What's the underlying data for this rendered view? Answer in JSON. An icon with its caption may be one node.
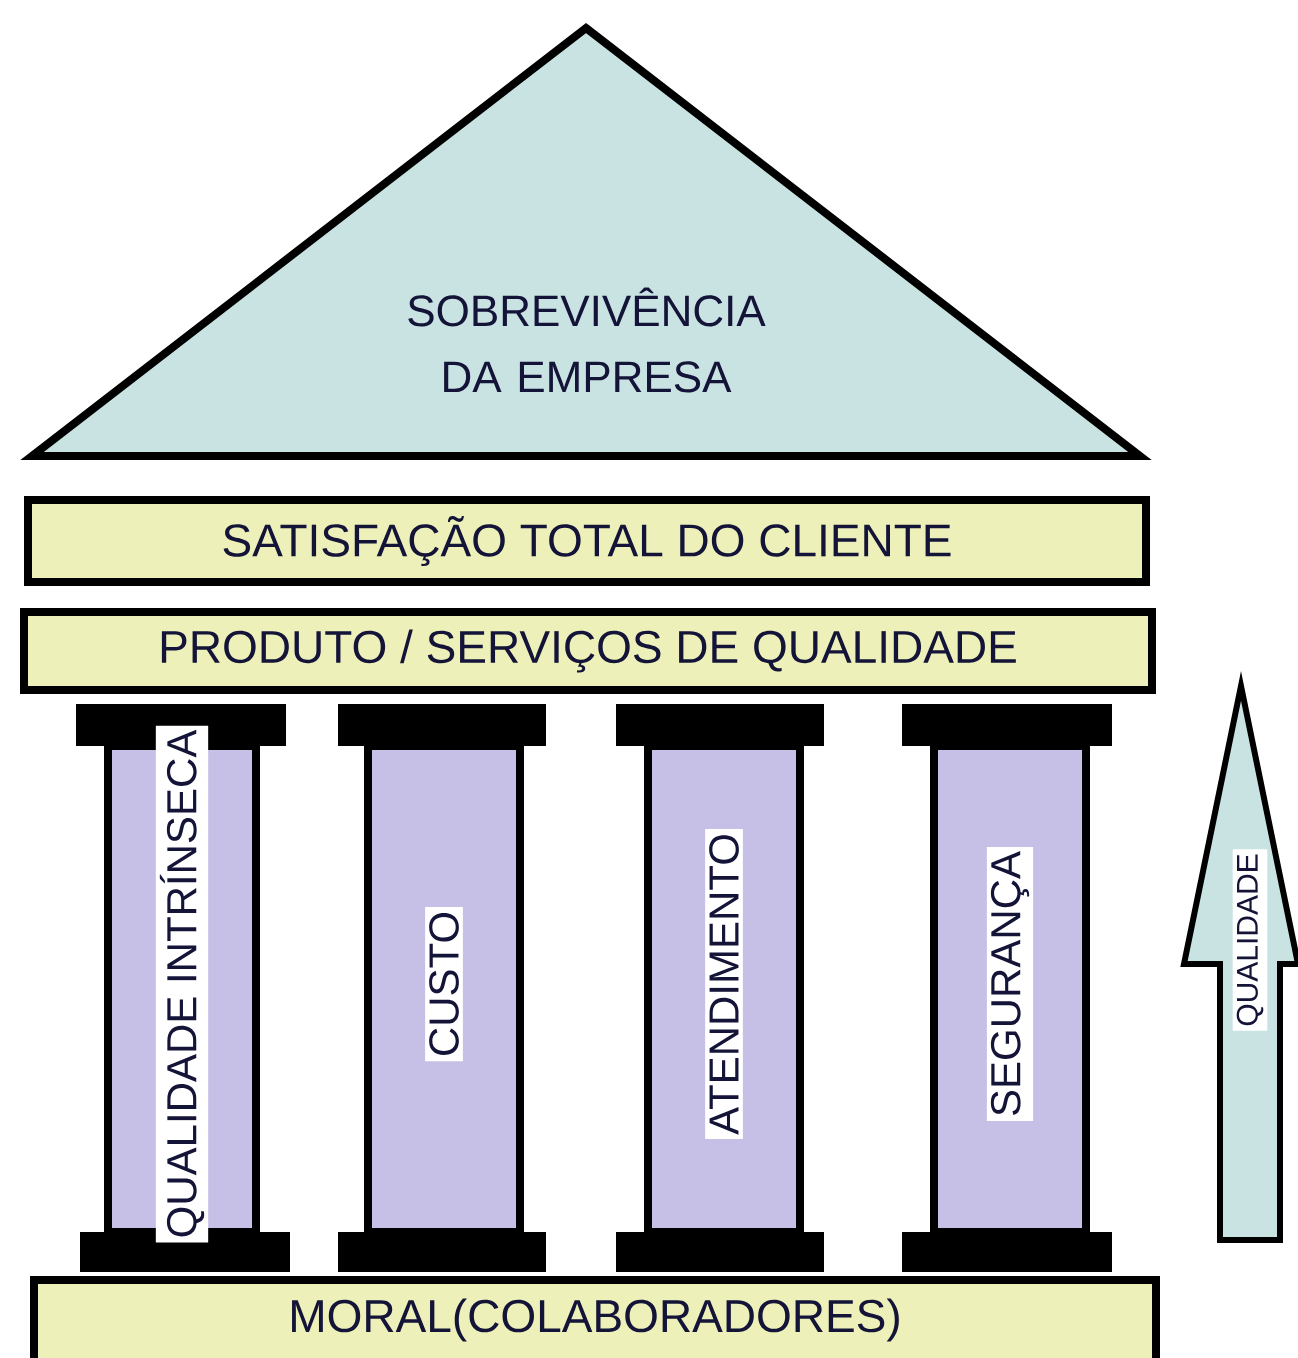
{
  "diagram": {
    "nodes": [
      {
        "text": [
          "SOBREVIVÊNCIA DA EMPRESA"
        ]
      },
      {
        "text": [
          "SATISFAÇÃO TOTAL DO CLIENTE"
        ]
      },
      {
        "text": [
          "PRODUTO / SERVIÇOS DE QUALIDADE"
        ]
      },
      {
        "text": [
          "QUALIDADE INTRÍNSECA"
        ]
      },
      {
        "text": [
          "CUSTO"
        ]
      },
      {
        "text": [
          "ATENDIMENTO"
        ]
      },
      {
        "text": [
          "SEGURANÇA"
        ]
      },
      {
        "text": [
          "MORAL(COLABORADORES)"
        ]
      },
      {
        "text": [
          "QUALIDADE"
        ]
      }
    ]
  }
}
